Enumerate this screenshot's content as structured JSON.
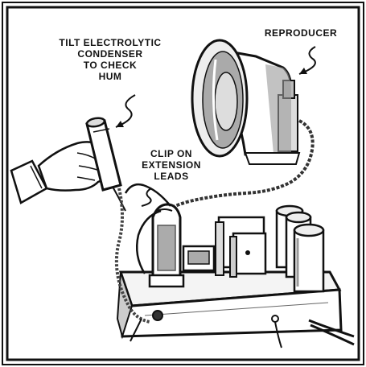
{
  "labels": {
    "tilt": "TILT ELECTROLYTIC\nCONDENSER\nTO CHECK\nHUM",
    "reproducer": "REPRODUCER",
    "clip": "CLIP ON\nEXTENSION\nLEADS"
  }
}
